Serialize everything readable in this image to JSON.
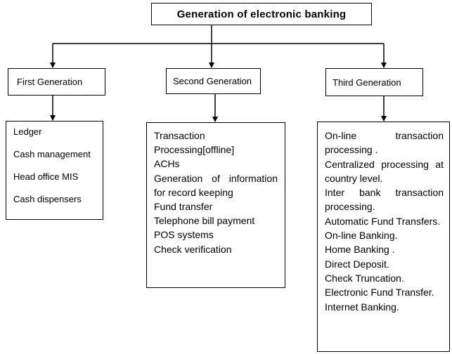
{
  "title": "Generation of electronic banking",
  "generations": [
    {
      "label": "First Generation",
      "items": [
        "Ledger",
        "Cash management",
        "Head office MIS",
        "Cash dispensers"
      ]
    },
    {
      "label": "Second Generation",
      "items": [
        "Transaction Processing[offline]",
        "ACHs",
        "Generation of information for record keeping",
        "Fund transfer",
        "Telephone bill payment",
        "POS systems",
        "Check verification"
      ]
    },
    {
      "label": "Third Generation",
      "items": [
        "On-line transaction processing .",
        "Centralized processing at country level.",
        "Inter bank transaction processing.",
        "Automatic Fund Transfers.",
        "On-line Banking.",
        "Home Banking .",
        "Direct Deposit.",
        "Check Truncation.",
        "Electronic Fund Transfer.",
        "Internet Banking."
      ]
    }
  ]
}
